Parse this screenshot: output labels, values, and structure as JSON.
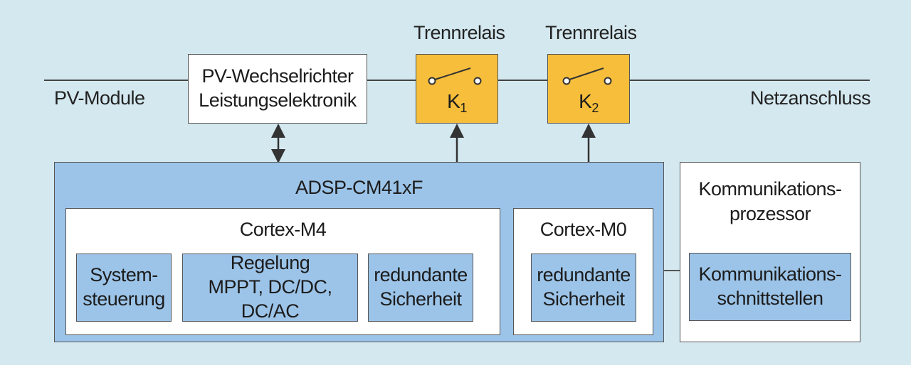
{
  "labels": {
    "pv_module": "PV-Module",
    "netzanschluss": "Netzanschluss",
    "trennrelais_1": "Trennrelais",
    "trennrelais_2": "Trennrelais"
  },
  "inverter": {
    "line1": "PV-Wechselrichter",
    "line2": "Leistungselektronik"
  },
  "relays": [
    {
      "letter": "K",
      "index": "1"
    },
    {
      "letter": "K",
      "index": "2"
    }
  ],
  "adsp": {
    "title": "ADSP-CM41xF",
    "m4": {
      "title": "Cortex-M4",
      "blocks": [
        "System-\nsteuerung",
        "Regelung\nMPPT, DC/DC, DC/AC",
        "redundante\nSicherheit"
      ]
    },
    "m0": {
      "title": "Cortex-M0",
      "block": "redundante\nSicherheit"
    }
  },
  "comm": {
    "title": "Kommunikations-\nprozessor",
    "block": "Kommunikations-\nschnittstellen"
  },
  "colors": {
    "background": "#d4e8ef",
    "blue_block": "#9cc4e8",
    "relay": "#f6be3b",
    "bidirectional_arrow": "#e8202a"
  }
}
